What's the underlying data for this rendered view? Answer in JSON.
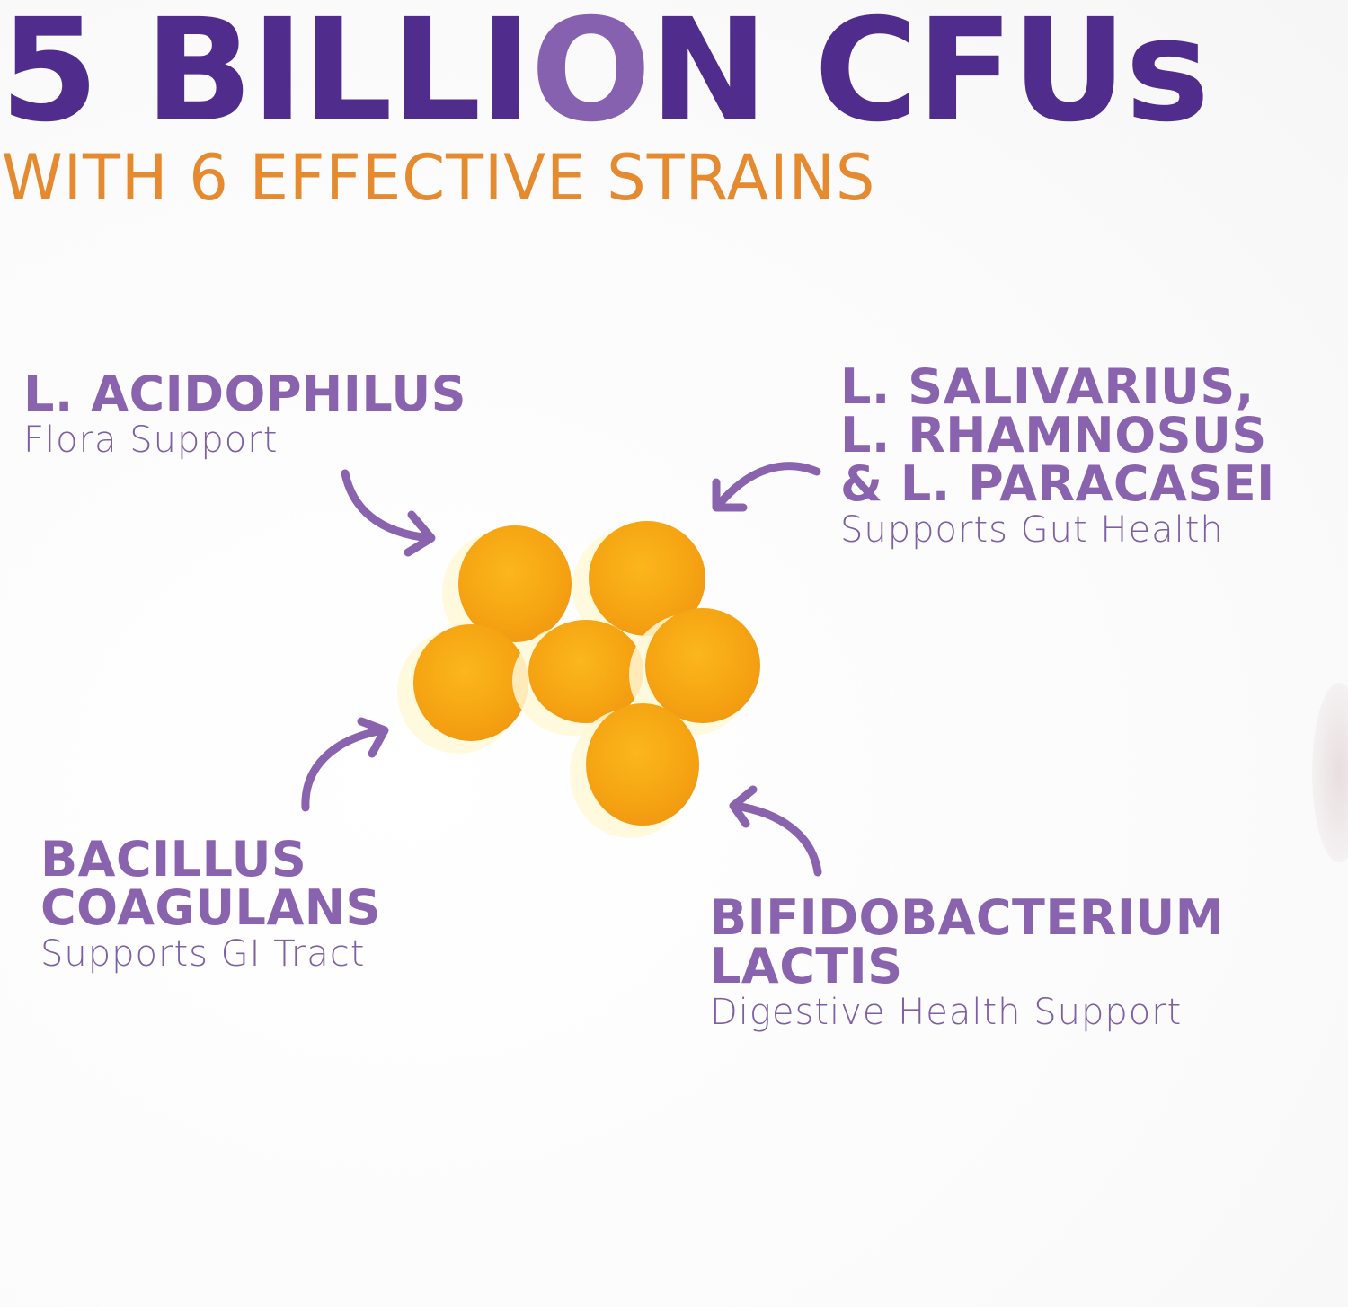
{
  "headline": {
    "prefix": "5 BILLI",
    "o_letter": "O",
    "suffix": "N CFUs"
  },
  "subheadline": "WITH 6 EFFECTIVE STRAINS",
  "colors": {
    "headline_purple": "#502c8c",
    "accent_orange": "#e58a2e",
    "label_purple": "#8a63ae",
    "gummy_orange": "#f5a312"
  },
  "strains": [
    {
      "name_lines": [
        "L. ACIDOPHILUS"
      ],
      "benefit": "Flora Support"
    },
    {
      "name_lines": [
        "L. SALIVARIUS,",
        "L. RHAMNOSUS",
        "& L. PARACASEI"
      ],
      "benefit": "Supports Gut Health"
    },
    {
      "name_lines": [
        "BACILLUS",
        "COAGULANS"
      ],
      "benefit": "Supports GI Tract"
    },
    {
      "name_lines": [
        "BIFIDOBACTERIUM",
        "LACTIS"
      ],
      "benefit": "Digestive Health Support"
    }
  ],
  "icons": {
    "arrows": [
      "curved-arrow-down-right",
      "curved-arrow-down-left",
      "curved-arrow-up-right",
      "curved-arrow-up-left"
    ],
    "product_image": "orange-gummies-cluster"
  }
}
